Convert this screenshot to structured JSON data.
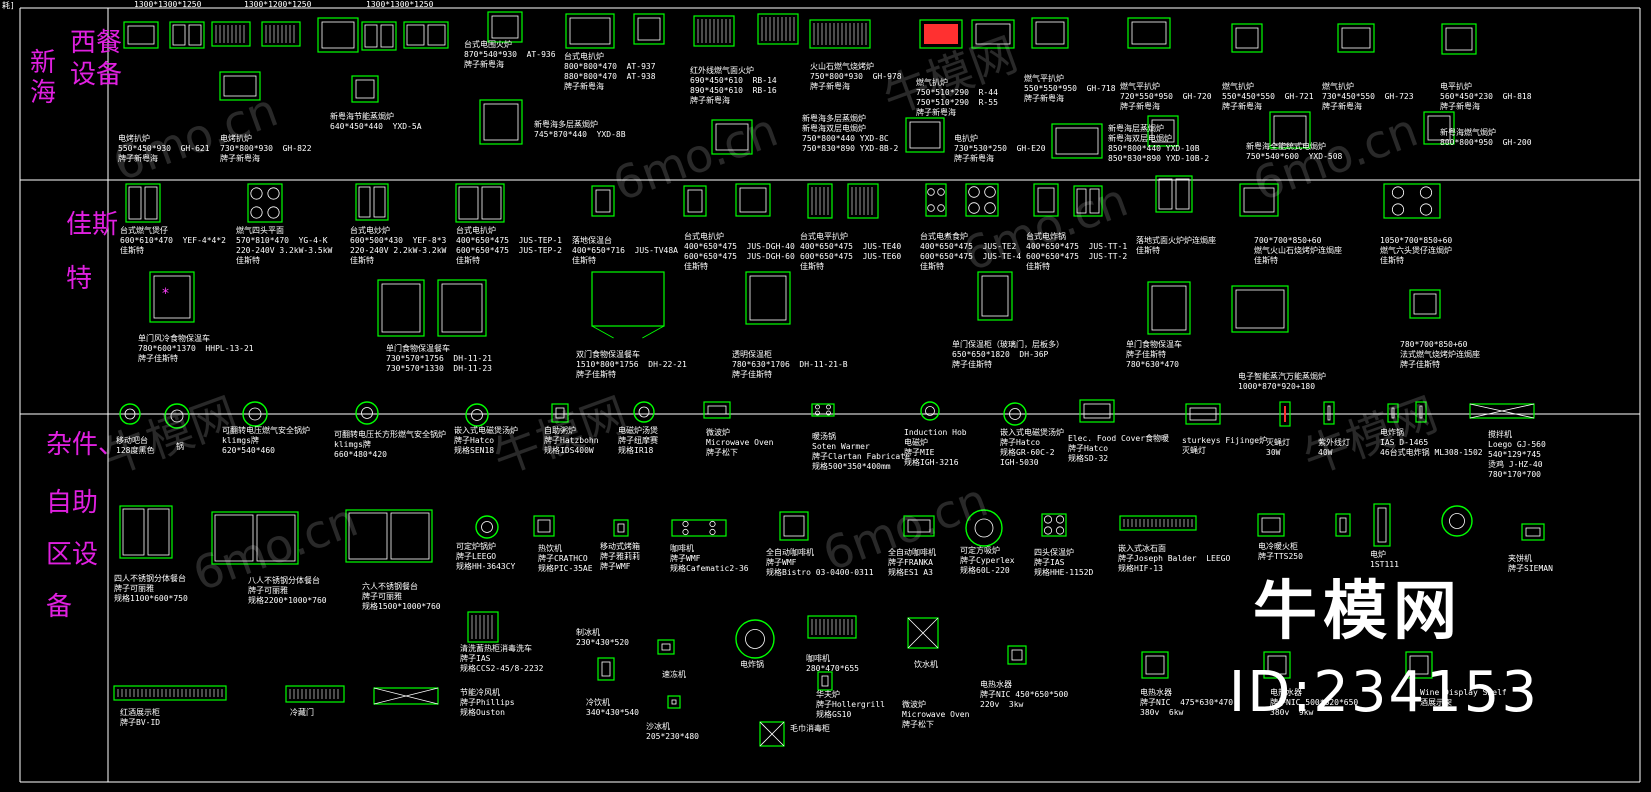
{
  "corner_text": "耗]",
  "header_dims": [
    "1300*1300*1250",
    "1300*1200*1250",
    "1300*1300*1250"
  ],
  "sections": [
    {
      "title_lines": [
        "新海",
        "西餐",
        "设备"
      ],
      "title_b": "新海"
    },
    {
      "title_lines": [
        "佳斯",
        "特"
      ]
    },
    {
      "title_lines": [
        "杂件、",
        "自助",
        "区设",
        "备"
      ]
    }
  ],
  "watermark_text": "6mo.cn",
  "watermark_brand": "牛模网",
  "brand_logo": "牛模网",
  "brand_id": "ID:234153",
  "colors": {
    "line": "#ffffff",
    "equip": "#00ff00",
    "title": "#e020e0",
    "accent_orange": "#ff8c00",
    "accent_red": "#ff3030",
    "accent_magenta": "#ff40ff",
    "accent_yellow": "#ffff40"
  },
  "row1_labels": [
    "电烤扒炉\n550*450*930  GH-621\n牌子新粤海",
    "电烤扒炉\n730*800*930  GH-822\n牌子新粤海",
    "新粤海节能蒸焗炉\n640*450*440  YXD-5A",
    "台式电围火炉\n870*540*930  AT-936\n牌子新粤海",
    "台式电扒炉\n800*800*470  AT-937\n880*800*470  AT-938\n牌子新粤海",
    "新粤海多层蒸焗炉\n745*870*440  YXD-8B",
    "红外线燃气面火炉\n690*450*610  RB-14\n890*450*610  RB-16\n牌子新粤海",
    "火山石燃气烧烤炉\n750*800*930  GH-978\n牌子新粤海",
    "燃气扒炉\n750*510*290  R-44\n750*510*290  R-55\n牌子新粤海",
    "新粤海多层蒸焗炉\n新粤海双层电焗炉\n750*800*440 YXD-8C\n750*830*890 YXD-8B-2",
    "电扒炉\n730*530*250  GH-E20\n牌子新粤海",
    "燃气平扒炉\n550*550*950  GH-718\n牌子新粤海",
    "燃气平扒炉\n720*550*950  GH-720\n牌子新粤海",
    "新粤海层蒸焗炉\n新粤海双层电焗炉\n850*800*440 YXD-10B\n850*830*890 YXD-10B-2",
    "燃气扒炉\n550*450*550  GH-721\n牌子新粤海",
    "燃气扒炉\n730*450*550  GH-723\n牌子新粤海",
    "新粤海全能统式电焗炉\n750*540*600  YXD-508",
    "电平扒炉\n560*450*230  GH-818\n牌子新粤海",
    "新粤海燃气焗炉\n800*800*950  GH-200"
  ],
  "row2_labels": [
    "台式燃气煲仔\n600*610*470  YEF-4*4*2\n佳斯特",
    "燃气四头平面\n570*810*470  YG-4-K\n220-240V 3.2kW-3.5kW\n佳斯特",
    "台式电炒炉\n600*500*430  YEF-8*3\n220-240V 2.2kW-3.2kW\n佳斯特",
    "台式电扒炉\n400*650*475  JUS-TEP-1\n600*650*475  JUS-TEP-2\n佳斯特",
    "落地保温台\n400*650*716  JUS-TV48A\n佳斯特",
    "台式电扒炉\n400*650*475  JUS-DGH-40\n600*650*475  JUS-DGH-60\n佳斯特",
    "台式电平扒炉\n400*650*475  JUS-TE40\n600*650*475  JUS-TE60\n佳斯特",
    "台式电煮食炉\n400*650*475  JUS-TE2\n600*650*475  JUS-TE-4\n佳斯特",
    "台式电炸锅\n400*650*475  JUS-TT-1\n600*650*475  JUS-TT-2\n佳斯特",
    "落地式面火炉炉连焗座\n佳斯特",
    "700*700*850+60\n燃气火山石烧烤炉连焗座\n佳斯特",
    "1050*700*850+60\n燃气六头煲仔连焗炉\n佳斯特",
    "单门风冷食物保温车\n780*600*1370  HHPL-13-21\n牌子佳斯特",
    "单门食物保温餐车\n730*570*1756  DH-11-21\n730*570*1330  DH-11-23",
    "双门食物保温餐车\n1510*800*1756  DH-22-21\n牌子佳斯特",
    "透明保温柜\n780*630*1706  DH-11-21-B\n牌子佳斯特",
    "单门保温柜（玻璃门，层板多）\n650*650*1820  DH-36P\n牌子佳斯特",
    "单门食物保温车\n牌子佳斯特\n780*630*470",
    "电子智能蒸汽万能蒸焗炉\n1000*870*920+180",
    "780*700*850+60\n法式燃气烧烤炉连焗座\n牌子佳斯特"
  ],
  "row3_labels": [
    "移动吧台\n128度黑色",
    "锅",
    "可翻转电压燃气安全锅炉\nklimgs牌\n620*540*460",
    "可翻转电压长方形燃气安全锅炉\nklimgs牌\n660*480*420",
    "嵌入式电磁煲汤炉\n牌子Hatco\n规格SEN18",
    "自助粥炉\n牌子Hatzbohn\n规格IDS400W",
    "电磁炉汤煲\n牌子纽摩赛\n规格IR18",
    "微波炉\nMicrowave Oven\n牌子松下",
    "暖汤锅\nSoten Warmer\n牌子Clartan Fabricate\n规格500*350*400mm",
    "Induction Hob\n电磁炉\n牌子MIE\n规格IGH-3216",
    "嵌入式电磁煲汤炉\n牌子Hatco\n规格GR-60C-2\nIGH-5030",
    "Elec. Food Cover食物暖\n牌子Hatco\n规格SD-32",
    "sturkeys Fijinge炉\n灭蝇灯",
    "灭蝇灯\n30W",
    "紫外线灯\n40W",
    "电炸锅\nIAS D-1465\n46台式电炸锅 ML308-1502",
    "搅拌机\nLoego GJ-560\n540*129*745\n烫鸡 J-HZ-40\n780*170*700",
    "四人不锈钢分体餐台\n牌子可丽雅\n规格1100*600*750",
    "八人不锈钢分体餐台\n牌子可丽雅\n规格2200*1000*760",
    "六人不锈钢餐台\n牌子可丽雅\n规格1500*1000*760",
    "可定炉锅炉\n牌子LEEGO\n规格HH-3643CY",
    "热饮机\n牌子CRATHCO\n规格PIC-35AE",
    "移动式烤箱\n牌子雅莉莉\n牌子WMF",
    "咖啡机\n牌子WMF\n规格Cafematic2-36",
    "全自动咖啡机\n牌子WMF\n规格Bistro 03-0400-0311",
    "全自动咖啡机\n牌子FRANKA\n规格ES1 A3",
    "可定方吸炉\n牌子Cyperlex\n规格60L-220",
    "四头保温炉\n牌子IAS\n规格HHE-1152D",
    "嵌入式冰石面\n牌子Joseph Balder  LEEGO\n规格HIF-13",
    "电冷暖火柜\n牌子TTS250",
    "电炉\n1ST111",
    "夹饼机\n牌子SIEMAN",
    "清洗蓄热柜消毒洗车\n牌子IAS\n规格CCS2-45/8-2232",
    "节能冷风机\n牌子Phillips\n规格Ouston",
    "制冰机\n230*430*520",
    "冷饮机\n340*430*540",
    "速冻机",
    "沙冰机\n205*230*480",
    "电炸锅",
    "毛巾消毒柜",
    "咖啡机\n280*470*655",
    "华夫炉\n牌子Hollergrill\n规格GS10",
    "饮水机",
    "微波炉\nMicrowave Oven\n牌子松下",
    "电热水器\n牌子NIC 450*650*500\n220v  3kw",
    "电热水器\n牌子NIC  475*630*470\n380v  6kw",
    "电热水器\n牌子NIC 500*620*650\n380v  9kw",
    "Wine Display Shelf\n酒展示架",
    "红酒展示柜\n牌子BV-ID",
    "冷藏门"
  ]
}
